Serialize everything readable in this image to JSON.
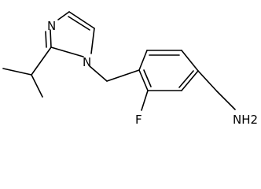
{
  "molecule": {
    "atoms": {
      "imidazole_n3": "N",
      "imidazole_n1": "N",
      "fluorine": "F",
      "amine": "NH2"
    }
  },
  "colors": {
    "bond": "#000000",
    "label": "#000000",
    "background": "#ffffff"
  }
}
